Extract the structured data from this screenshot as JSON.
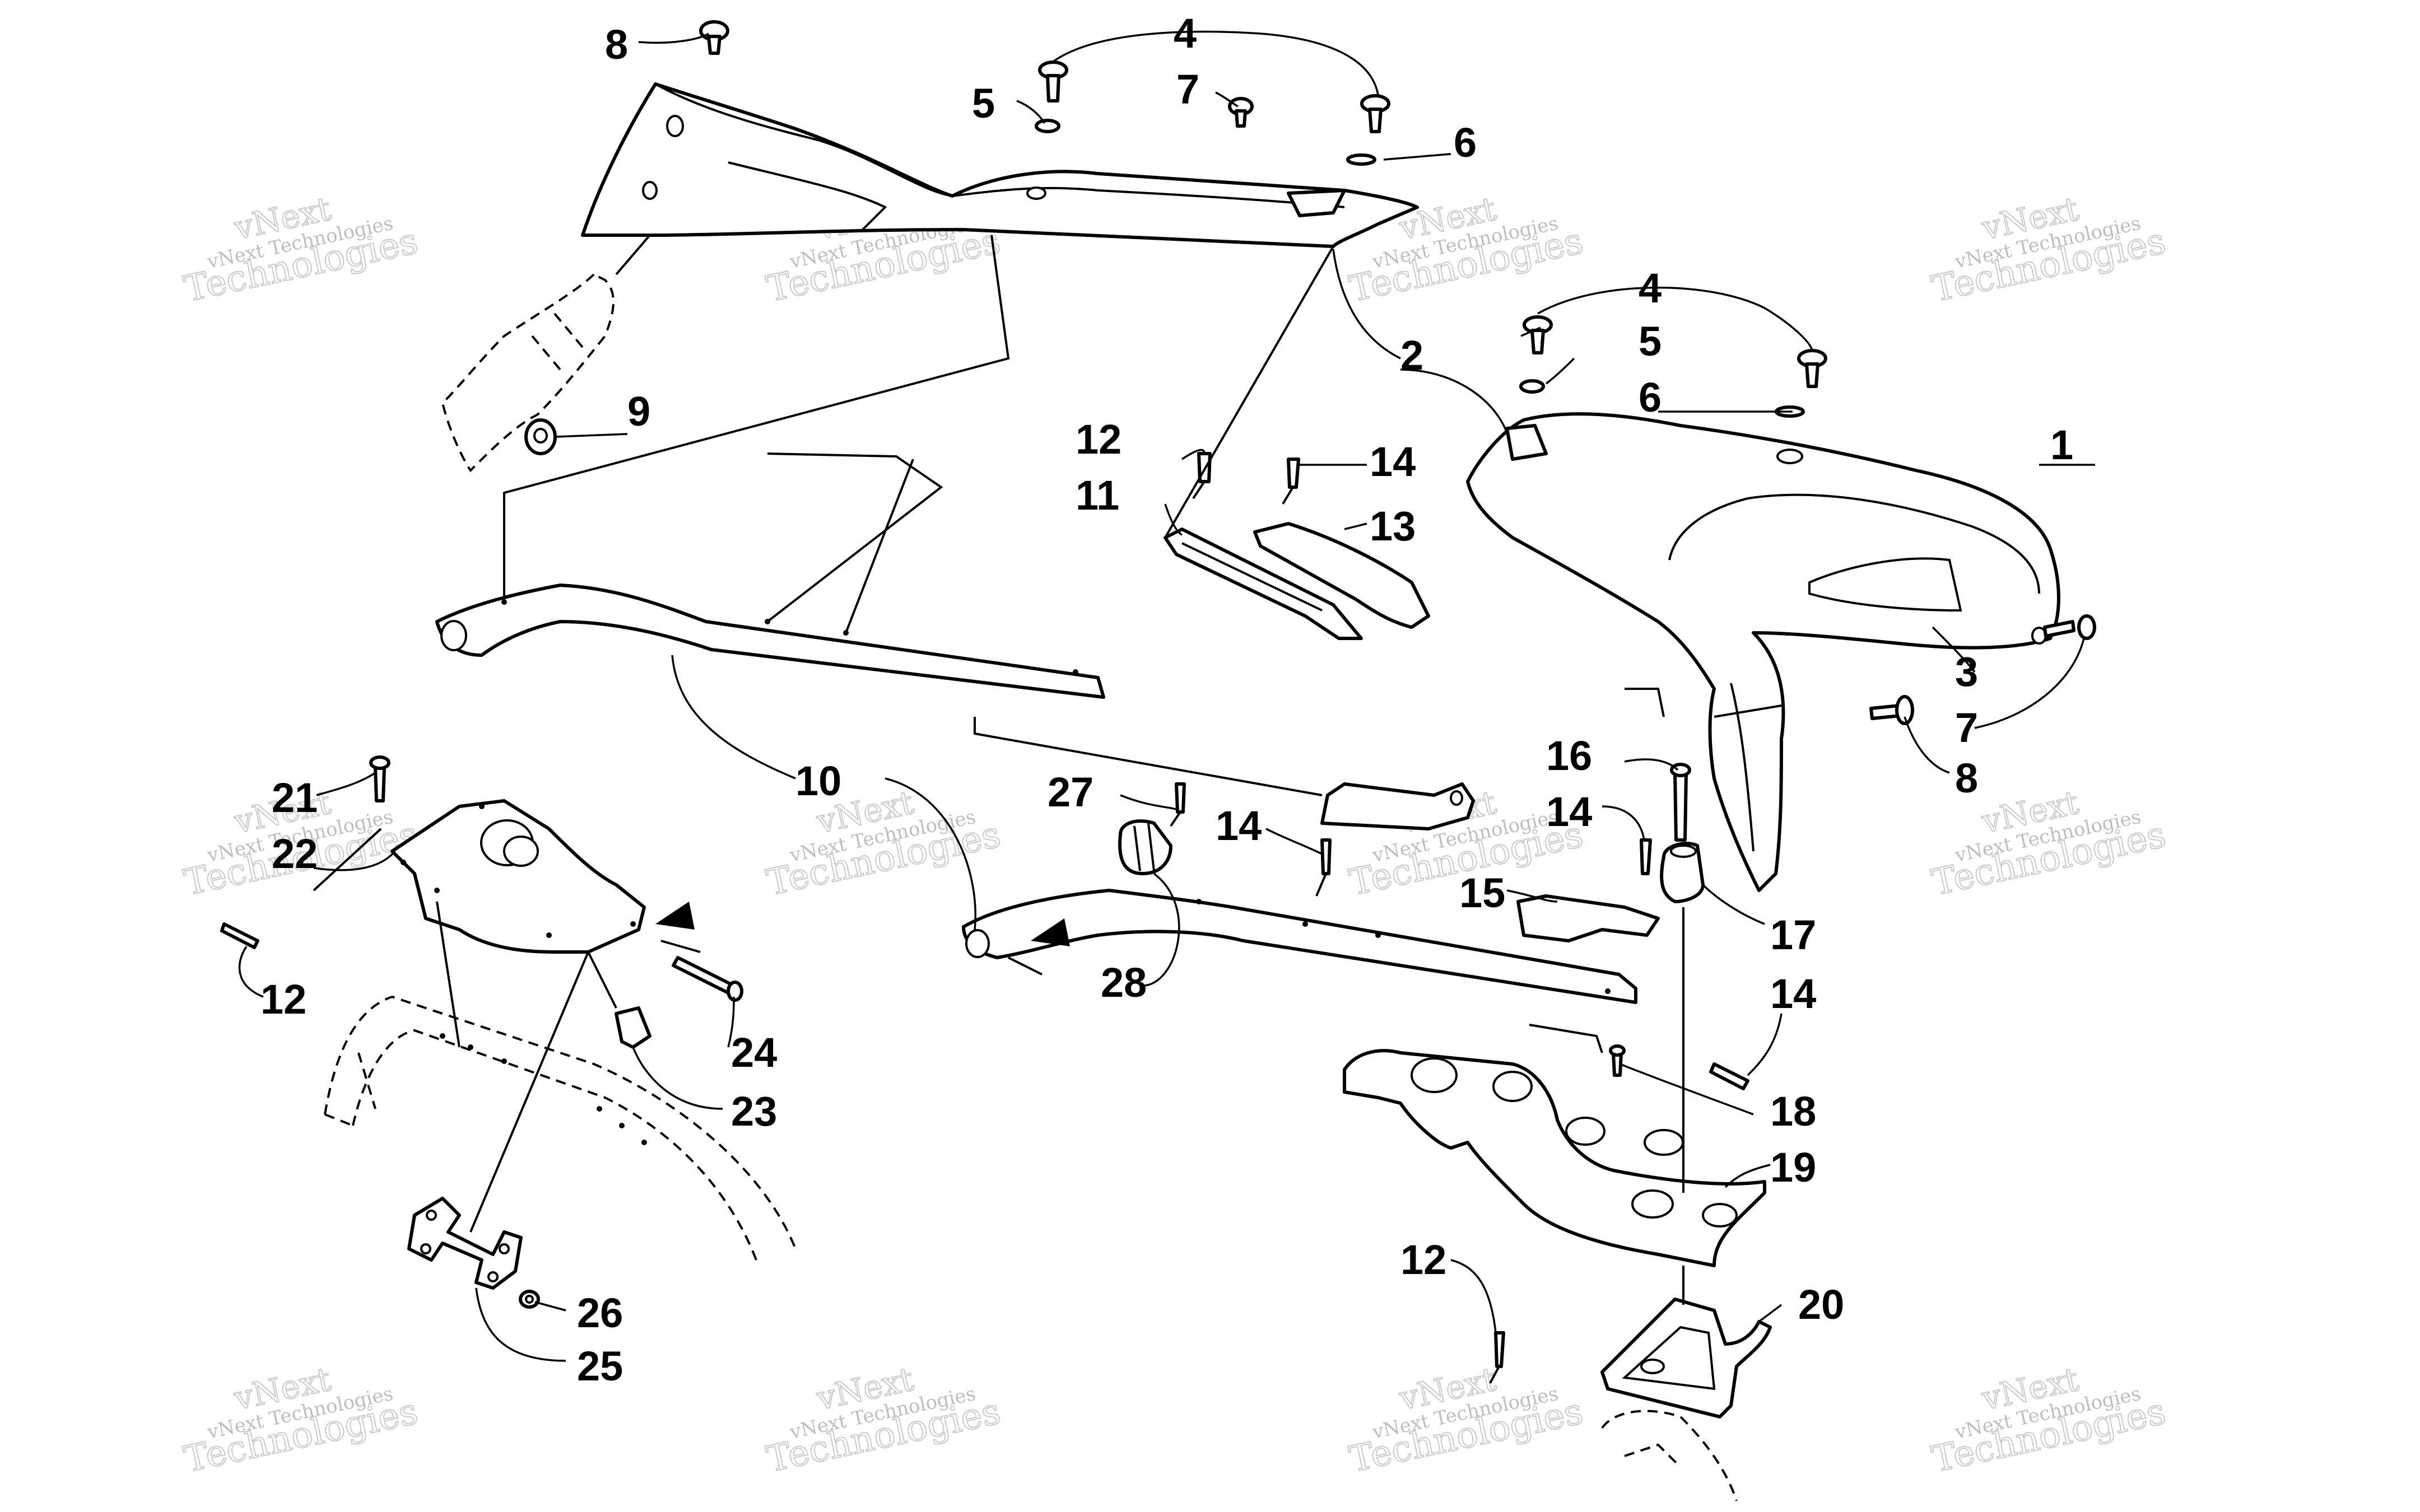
{
  "callouts": {
    "c1": "1",
    "c2": "2",
    "c3": "3",
    "c4a": "4",
    "c4b": "4",
    "c5a": "5",
    "c5b": "5",
    "c6a": "6",
    "c6b": "6",
    "c7a": "7",
    "c7b": "7",
    "c8a": "8",
    "c8b": "8",
    "c9": "9",
    "c10": "10",
    "c11": "11",
    "c12a": "12",
    "c12b": "12",
    "c12c": "12",
    "c13": "13",
    "c14a": "14",
    "c14b": "14",
    "c14c": "14",
    "c14d": "14",
    "c15": "15",
    "c16": "16",
    "c17": "17",
    "c18": "18",
    "c19": "19",
    "c20": "20",
    "c21": "21",
    "c22": "22",
    "c23": "23",
    "c24": "24",
    "c25": "25",
    "c26": "26",
    "c27": "27",
    "c28": "28"
  },
  "watermark": {
    "line1": "vNext Technologies",
    "line2": "vNext",
    "line3": "Technologies"
  }
}
